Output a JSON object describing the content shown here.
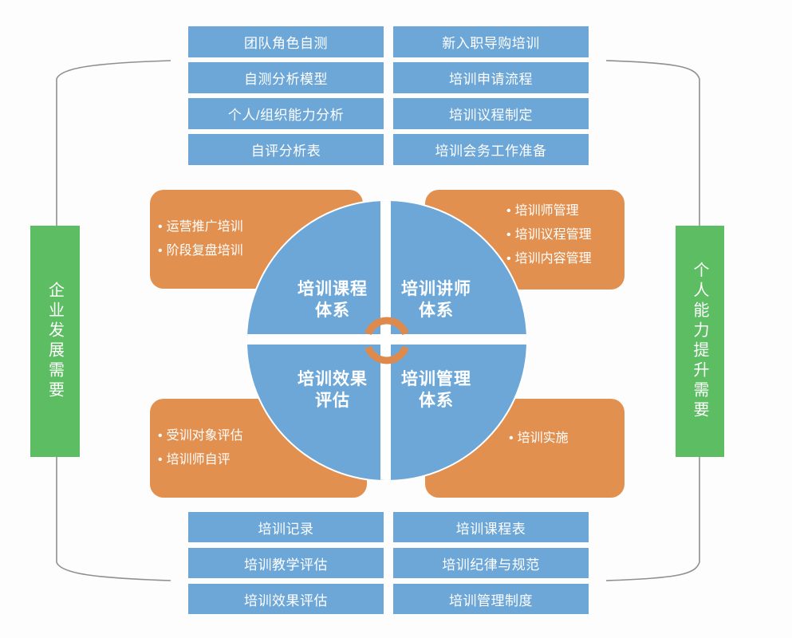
{
  "bullet": "•",
  "colors": {
    "blue": "#6CA7D8",
    "orange": "#E2904F",
    "green": "#5DBD62",
    "bracket_line": "#8f8f8f",
    "text": "#ffffff"
  },
  "icons": {
    "center": "cycle-arrows-icon"
  },
  "side_labels": {
    "left": "企业发展需要",
    "right": "个人能力提升需要"
  },
  "top_bars": {
    "left": [
      "团队角色自测",
      "自测分析模型",
      "个人/组织能力分析",
      "自评分析表"
    ],
    "right": [
      "新入职导购培训",
      "培训申请流程",
      "培训议程制定",
      "培训会务工作准备"
    ]
  },
  "bottom_bars": {
    "left": [
      "培训记录",
      "培训教学评估",
      "培训效果评估"
    ],
    "right": [
      "培训课程表",
      "培训纪律与规范",
      "培训管理制度"
    ]
  },
  "quadrants": {
    "top_left": {
      "line1": "培训课程",
      "line2": "体系"
    },
    "top_right": {
      "line1": "培训讲师",
      "line2": "体系"
    },
    "bottom_left": {
      "line1": "培训效果",
      "line2": "评估"
    },
    "bottom_right": {
      "line1": "培训管理",
      "line2": "体系"
    }
  },
  "orange_boxes": {
    "top_left": {
      "items": [
        "运营推广培训",
        "阶段复盘培训"
      ]
    },
    "top_right": {
      "items": [
        "培训师管理",
        "培训议程管理",
        "培训内容管理"
      ]
    },
    "bottom_left": {
      "items": [
        "受训对象评估",
        "培训师自评"
      ]
    },
    "bottom_right": {
      "items": [
        "培训实施"
      ]
    }
  }
}
